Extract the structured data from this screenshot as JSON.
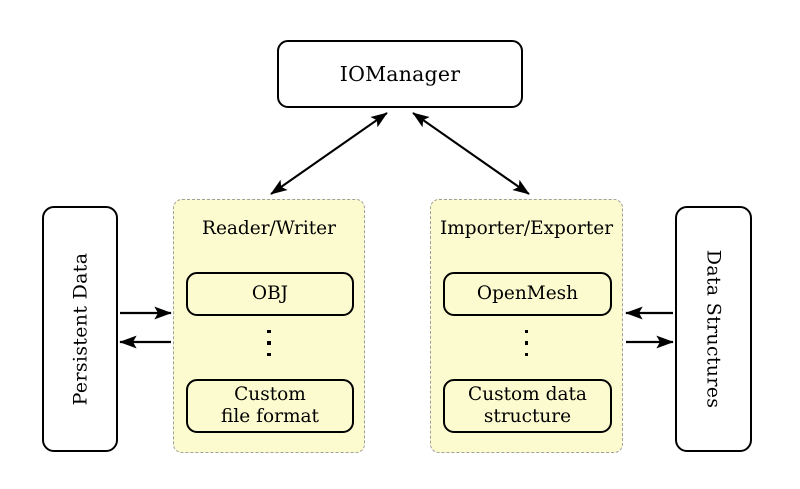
{
  "diagram": {
    "title_node": {
      "label": "IOManager"
    },
    "left_store": {
      "label": "Persistent Data",
      "orientation": "rotated-ccw"
    },
    "right_store": {
      "label": "Data Structures",
      "orientation": "rotated-cw"
    },
    "groups": [
      {
        "id": "reader-writer",
        "title": "Reader/Writer",
        "items": [
          {
            "label": "OBJ"
          },
          {
            "label": "Custom\nfile format",
            "line1": "Custom",
            "line2": "file format"
          }
        ],
        "ellipsis": "⋮"
      },
      {
        "id": "importer-exporter",
        "title": "Importer/Exporter",
        "items": [
          {
            "label": "OpenMesh"
          },
          {
            "label": "Custom data\nstructure",
            "line1": "Custom data",
            "line2": "structure"
          }
        ],
        "ellipsis": "⋮"
      }
    ],
    "connections": [
      {
        "from": "IOManager",
        "to": "Reader/Writer",
        "style": "double-headed-diagonal"
      },
      {
        "from": "IOManager",
        "to": "Importer/Exporter",
        "style": "double-headed-diagonal"
      },
      {
        "from": "Persistent Data",
        "to": "Reader/Writer",
        "style": "single-arrow-right"
      },
      {
        "from": "Reader/Writer",
        "to": "Persistent Data",
        "style": "single-arrow-left"
      },
      {
        "from": "Data Structures",
        "to": "Importer/Exporter",
        "style": "single-arrow-left"
      },
      {
        "from": "Importer/Exporter",
        "to": "Data Structures",
        "style": "single-arrow-right"
      }
    ],
    "colors": {
      "group_fill": "#FCFBCF",
      "group_border": "#9F9F9F",
      "node_border": "#000000",
      "node_fill": "#FFFFFF",
      "background": "#FFFFFF"
    }
  }
}
